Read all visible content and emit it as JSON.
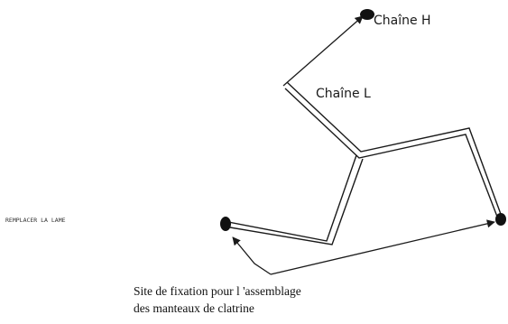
{
  "labels": {
    "chain_h": "Chaîne H",
    "chain_l": "Chaîne L",
    "side_note": "REMPLACER LA LAME",
    "caption_line1": "Site de fixation pour l 'assemblage",
    "caption_line2": "des manteaux de clatrine"
  },
  "colors": {
    "ink": "#1a1a1a",
    "background": "#ffffff"
  }
}
